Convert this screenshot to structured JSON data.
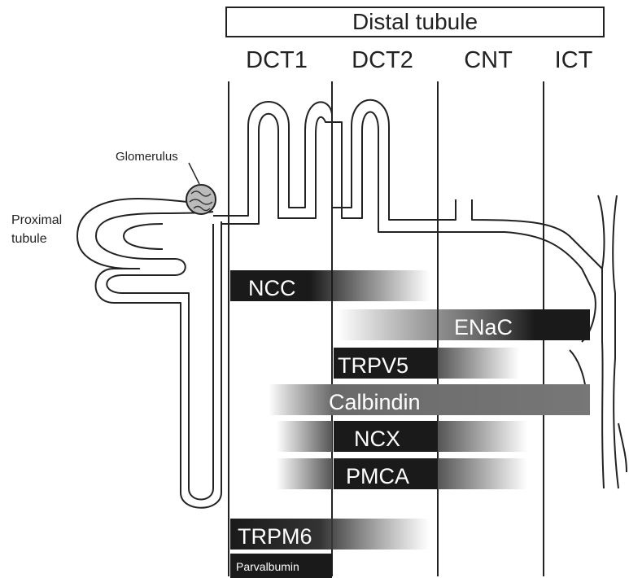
{
  "title": "Distal tubule",
  "segments": [
    "DCT1",
    "DCT2",
    "CNT",
    "ICT"
  ],
  "structures": {
    "glomerulus": "Glomerulus",
    "proximal_line1": "Proximal",
    "proximal_line2": "tubule"
  },
  "markers": [
    {
      "label": "NCC",
      "present_in": [
        "DCT1",
        "DCT2"
      ]
    },
    {
      "label": "ENaC",
      "present_in": [
        "DCT2",
        "CNT",
        "ICT"
      ]
    },
    {
      "label": "TRPV5",
      "present_in": [
        "DCT2",
        "CNT"
      ]
    },
    {
      "label": "Calbindin",
      "present_in": [
        "DCT1",
        "DCT2",
        "CNT",
        "ICT"
      ]
    },
    {
      "label": "NCX",
      "present_in": [
        "DCT1",
        "DCT2",
        "CNT"
      ]
    },
    {
      "label": "PMCA",
      "present_in": [
        "DCT1",
        "DCT2",
        "CNT"
      ]
    },
    {
      "label": "TRPM6",
      "present_in": [
        "DCT1",
        "DCT2"
      ]
    },
    {
      "label": "Parvalbumin",
      "present_in": [
        "DCT1"
      ]
    }
  ],
  "colors": {
    "bar": "#1a1a1a",
    "line": "#222222",
    "text_on_bar": "#ffffff"
  }
}
